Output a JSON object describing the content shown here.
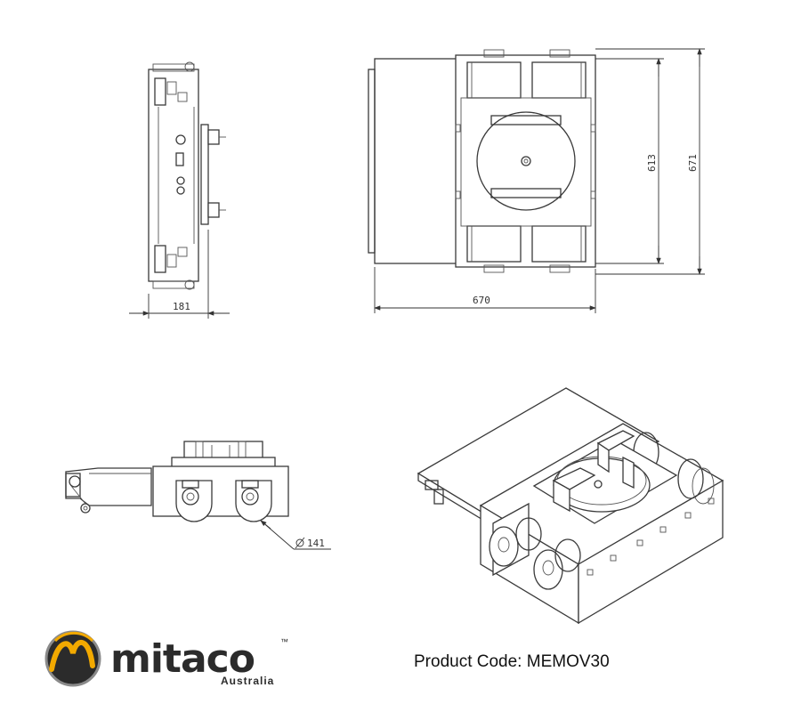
{
  "dimensions": {
    "side_width": "181",
    "top_width": "670",
    "top_inner_height": "613",
    "top_outer_height": "671",
    "wheel_diameter": "141"
  },
  "logo": {
    "brand": "mitaco",
    "tm": "™",
    "subtitle": "Australia",
    "colors": {
      "gold": "#f2a900",
      "dark": "#2b2b2b",
      "grey": "#8a8a8a"
    }
  },
  "product": {
    "label": "Product Code:",
    "code": "MEMOV30"
  }
}
